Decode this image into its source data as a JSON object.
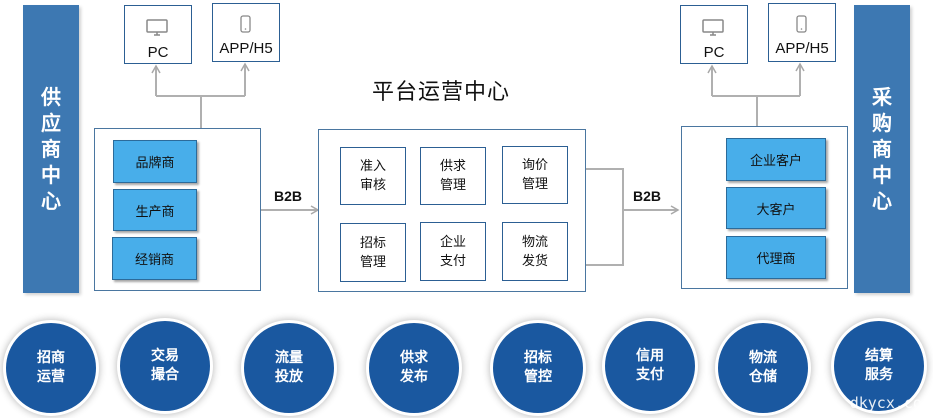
{
  "title": "平台运营中心",
  "supplier_center": {
    "label": "供应商中心",
    "members": [
      "品牌商",
      "生产商",
      "经销商"
    ],
    "devices": [
      {
        "icon": "monitor-icon",
        "label": "PC"
      },
      {
        "icon": "mobile-phone-icon",
        "label": "APP/H5"
      }
    ]
  },
  "platform": {
    "modules": [
      {
        "label": "准入审核"
      },
      {
        "label": "供求管理"
      },
      {
        "label": "询价管理"
      },
      {
        "label": "招标管理"
      },
      {
        "label": "企业支付"
      },
      {
        "label": "物流发货"
      }
    ]
  },
  "buyer_center": {
    "label": "采购商中心",
    "members": [
      "企业客户",
      "大客户",
      "代理商"
    ],
    "devices": [
      {
        "icon": "monitor-icon",
        "label": "PC"
      },
      {
        "icon": "mobile-phone-icon",
        "label": "APP/H5"
      }
    ]
  },
  "connectors": {
    "left_label": "B2B",
    "right_label": "B2B"
  },
  "services": [
    "招商运营",
    "交易撮合",
    "流量投放",
    "供求发布",
    "招标管控",
    "信用支付",
    "物流仓储",
    "结算服务"
  ],
  "watermark": "dkycx.com",
  "colors": {
    "side_bar": "#3d78b2",
    "member_box": "#48aeea",
    "circle": "#1a58a0",
    "frame_border": "#2c5f93",
    "connector": "#b0b0b0"
  }
}
